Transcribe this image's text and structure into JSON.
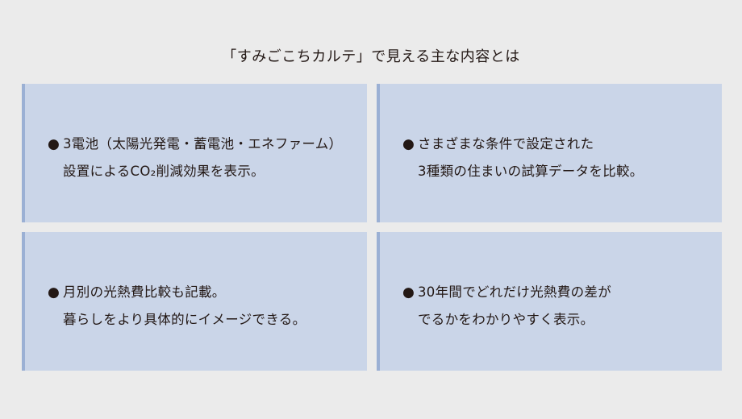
{
  "heading": "「すみごこちカルテ」で見える主な内容とは",
  "bullet_symbol": "●",
  "cards": [
    {
      "line1": "3電池（太陽光発電・蓄電池・エネファーム）",
      "line2": "設置によるCO₂削減効果を表示。"
    },
    {
      "line1": "さまざまな条件で設定された",
      "line2": "3種類の住まいの試算データを比較。"
    },
    {
      "line1": "月別の光熱費比較も記載。",
      "line2": "暮らしをより具体的にイメージできる。"
    },
    {
      "line1": "30年間でどれだけ光熱費の差が",
      "line2": "でるかをわかりやすく表示。"
    }
  ],
  "colors": {
    "background": "#ebebeb",
    "card": "#cad5e8",
    "card_accent": "#9bb0d4",
    "text": "#231815"
  }
}
